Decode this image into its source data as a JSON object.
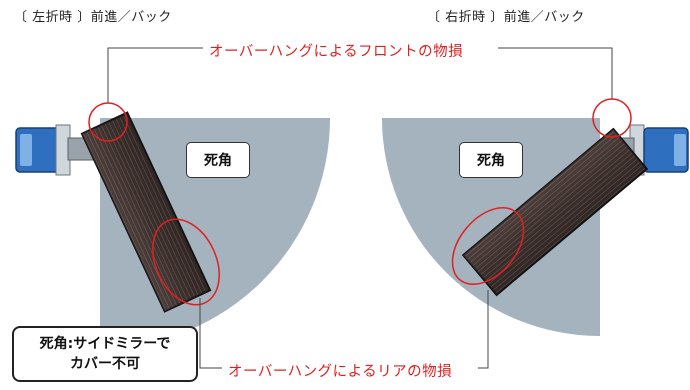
{
  "captions": {
    "left": "〔 左折時 〕前進／バック",
    "right": "〔 右折時 〕前進／バック"
  },
  "labels": {
    "front_damage": "オーバーハングによるフロントの物損",
    "rear_damage": "オーバーハングによるリアの物損",
    "blind_spot": "死角",
    "mirror_note_line1": "死角:サイドミラーで",
    "mirror_note_line2": "カバー不可"
  },
  "colors": {
    "blind_zone": "#a5b3bf",
    "callout_red": "#e02020",
    "cab_blue": "#2f6fc0"
  }
}
